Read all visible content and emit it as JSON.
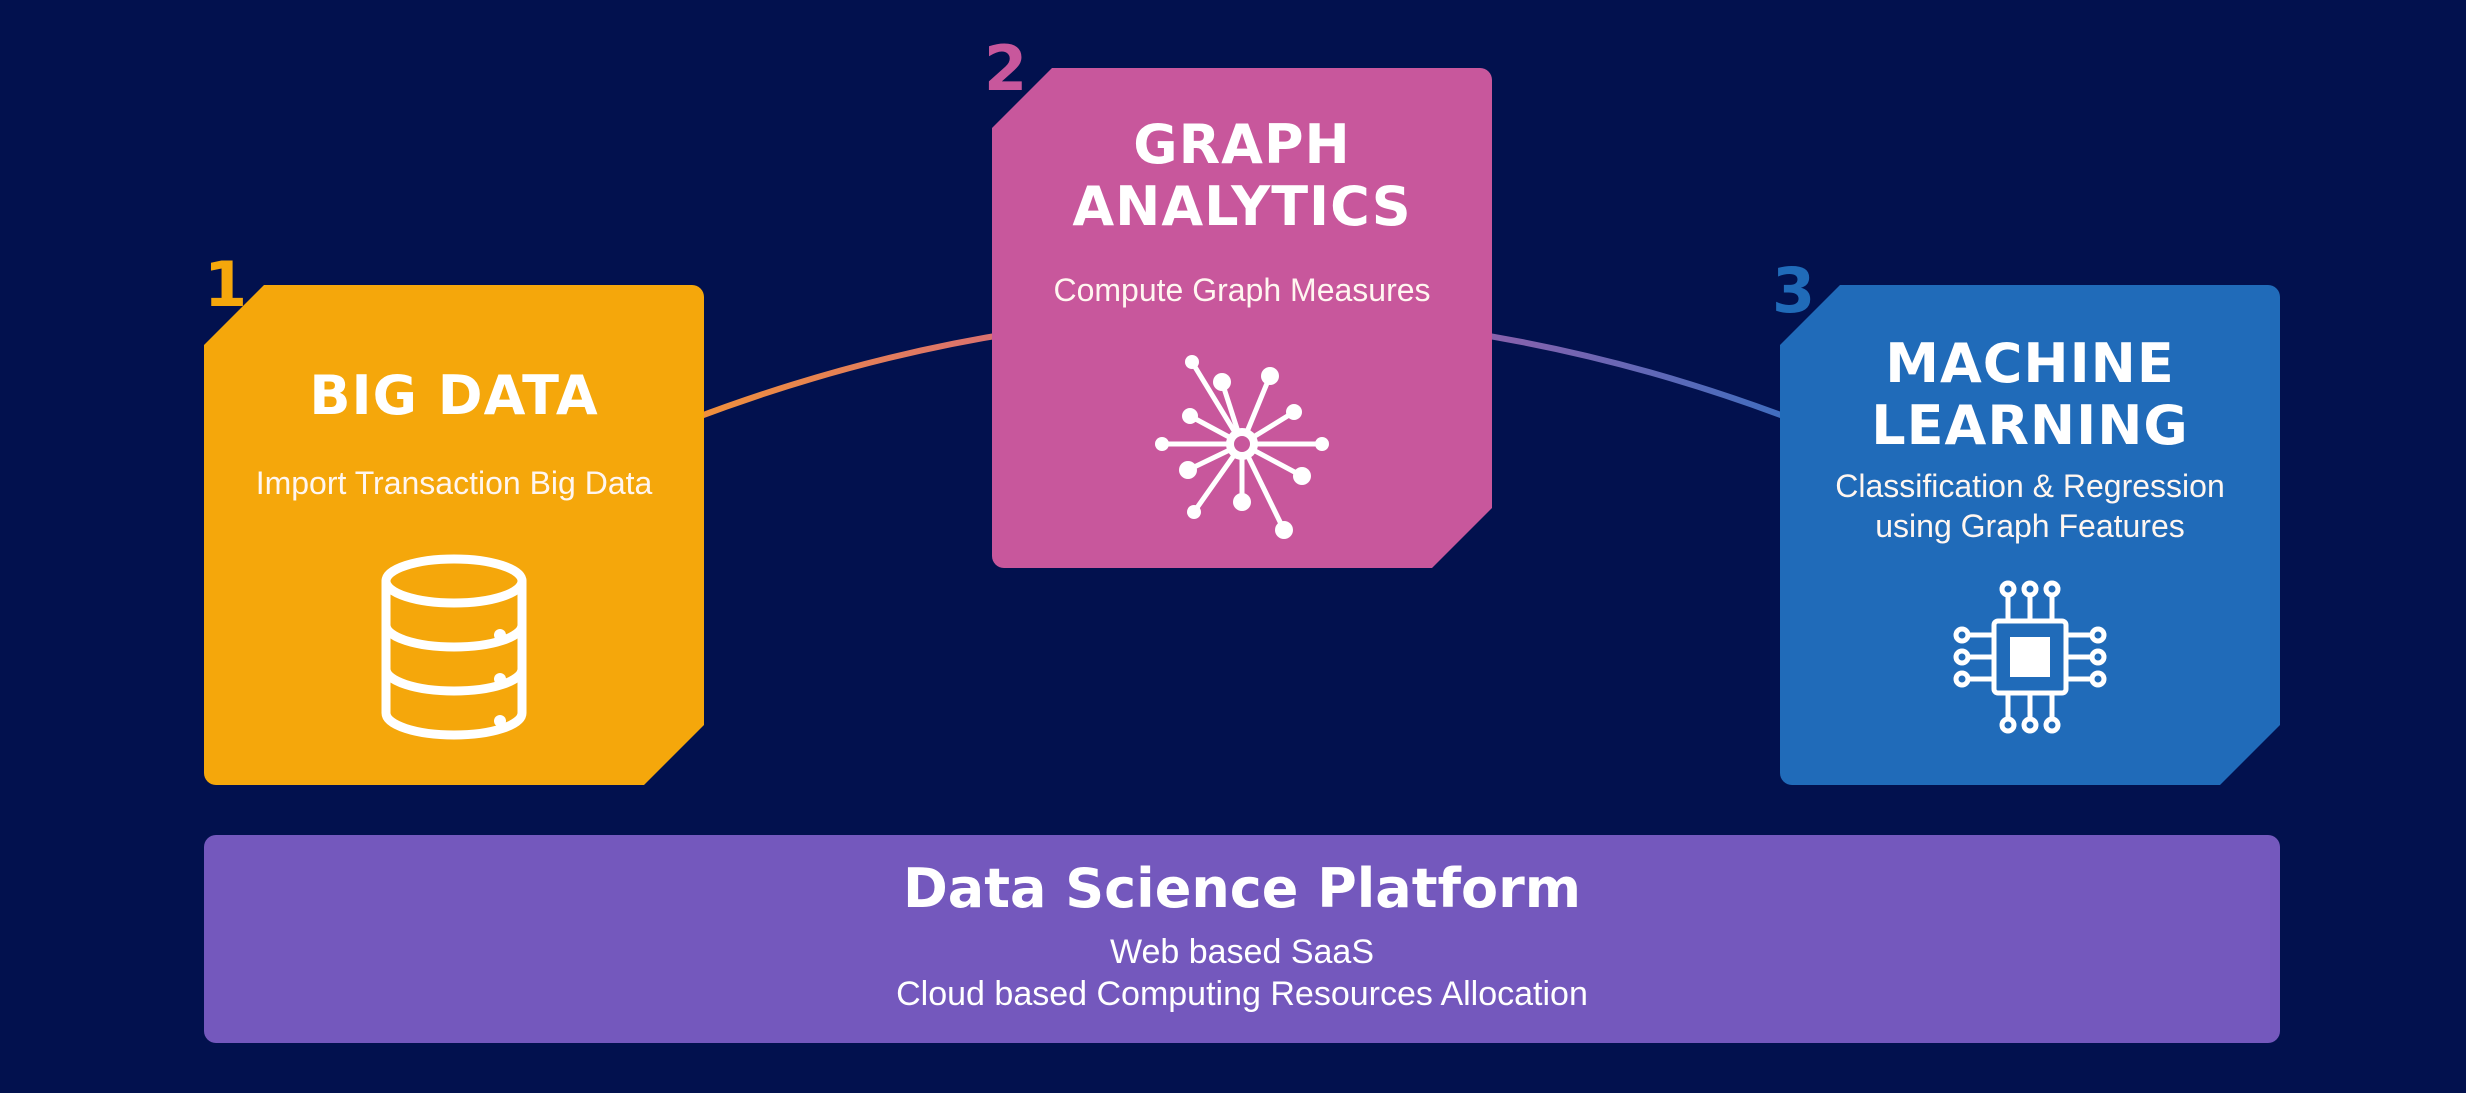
{
  "steps": [
    {
      "number": "1",
      "title_line1": "BIG DATA",
      "title_line2": "",
      "subtitle_line1": "Import Transaction Big Data",
      "subtitle_line2": "",
      "icon": "database-icon",
      "color": "#f5a70b",
      "number_color": "#f5a70b"
    },
    {
      "number": "2",
      "title_line1": "GRAPH",
      "title_line2": "ANALYTICS",
      "subtitle_line1": "Compute Graph Measures",
      "subtitle_line2": "",
      "icon": "network-graph-icon",
      "color": "#c8579c",
      "number_color": "#c8579c"
    },
    {
      "number": "3",
      "title_line1": "MACHINE",
      "title_line2": "LEARNING",
      "subtitle_line1": "Classification & Regression",
      "subtitle_line2": "using Graph Features",
      "icon": "cpu-chip-icon",
      "color": "#206bb9",
      "number_color": "#206bb9"
    }
  ],
  "platform": {
    "title": "Data Science Platform",
    "line1": "Web based SaaS",
    "line2": "Cloud based Computing Resources Allocation",
    "color": "#7458bd"
  },
  "colors": {
    "background": "#02114e",
    "connector_start": "#f0913a",
    "connector_end": "#3d6ec0"
  }
}
